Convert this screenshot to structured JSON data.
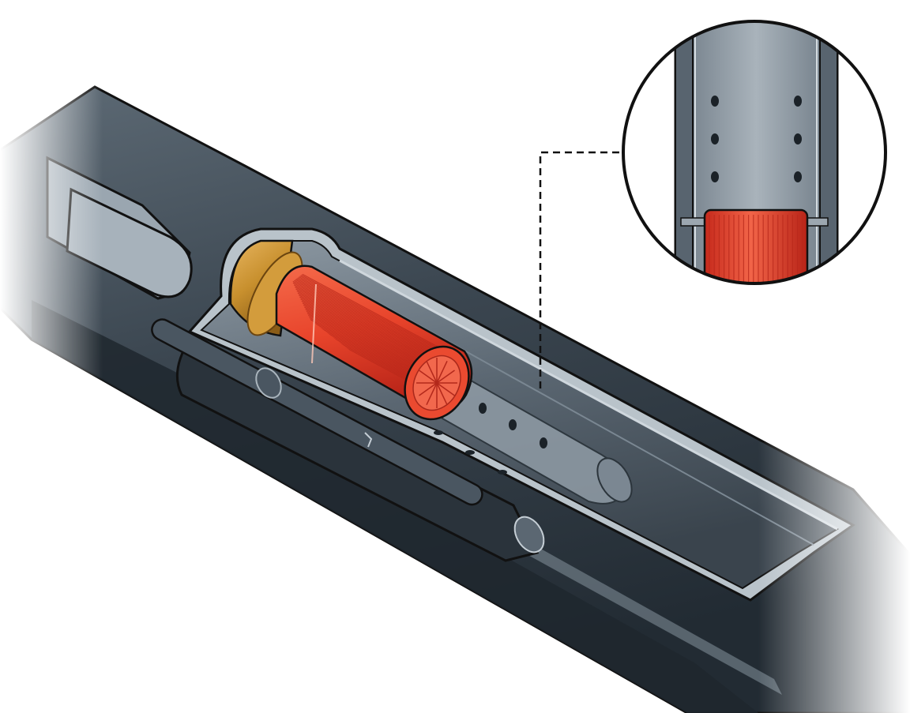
{
  "illustration": {
    "subject": "shotgun-shell-in-chamber-cutaway",
    "colors": {
      "background": "#ffffff",
      "barrel_dark": "#2f3840",
      "barrel_mid": "#4a5661",
      "barrel_light": "#8e9aa4",
      "chamber_steel": "#a9b3bb",
      "shell_red": "#e8442b",
      "shell_red_dark": "#b82418",
      "brass": "#c8902e",
      "outline": "#111111"
    },
    "parts": [
      {
        "name": "barrel",
        "icon": "barrel-icon"
      },
      {
        "name": "cutaway-window",
        "icon": "cutaway-icon"
      },
      {
        "name": "shotgun-shell",
        "icon": "shell-icon"
      },
      {
        "name": "brass-head",
        "icon": "brass-icon"
      },
      {
        "name": "ported-chamber",
        "icon": "ports-icon"
      },
      {
        "name": "magazine-tube",
        "icon": "tube-icon"
      },
      {
        "name": "magnifier-callout",
        "icon": "magnifier-icon"
      }
    ],
    "callout": {
      "style": "dashed-leader",
      "shape": "circle"
    }
  }
}
